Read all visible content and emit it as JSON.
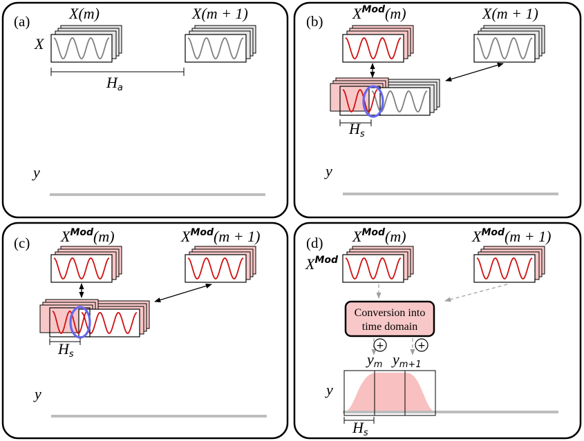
{
  "panels": {
    "a": {
      "tag": "(a)",
      "frame_left": "X(m)",
      "frame_right": "X(m + 1)",
      "row_label": "X",
      "hop_main": "H",
      "hop_sub": "a",
      "output_label": "y"
    },
    "b": {
      "tag": "(b)",
      "frame_left_main": "X",
      "frame_left_sup": "Mod",
      "frame_left_arg": "(m)",
      "frame_right": "X(m + 1)",
      "hop_main": "H",
      "hop_sub": "s",
      "output_label": "y"
    },
    "c": {
      "tag": "(c)",
      "frame_left_main": "X",
      "frame_left_sup": "Mod",
      "frame_left_arg": "(m)",
      "frame_right_main": "X",
      "frame_right_sup": "Mod",
      "frame_right_arg": "(m + 1)",
      "hop_main": "H",
      "hop_sub": "s",
      "output_label": "y"
    },
    "d": {
      "tag": "(d)",
      "frame_left_main": "X",
      "frame_left_sup": "Mod",
      "frame_left_arg": "(m)",
      "frame_right_main": "X",
      "frame_right_sup": "Mod",
      "frame_right_arg": "(m + 1)",
      "row_label_main": "X",
      "row_label_sup": "Mod",
      "conversion_line1": "Conversion into",
      "conversion_line2": "time domain",
      "plus_symbol": "+",
      "y_m_main": "y",
      "y_m_sub": "m",
      "y_m1_main": "y",
      "y_m1_sub": "m+1",
      "output_label": "y",
      "hop_main": "H",
      "hop_sub": "s"
    }
  },
  "colors": {
    "stack_gray": "#e6e6e6",
    "stack_pink": "#f8c8c8",
    "wave_gray": "#7f7f7f",
    "wave_red": "#d01010",
    "overlap_ellipse": "#6666ee",
    "baseline": "#bdbdbd",
    "window_fill": "#f8c0c0"
  }
}
